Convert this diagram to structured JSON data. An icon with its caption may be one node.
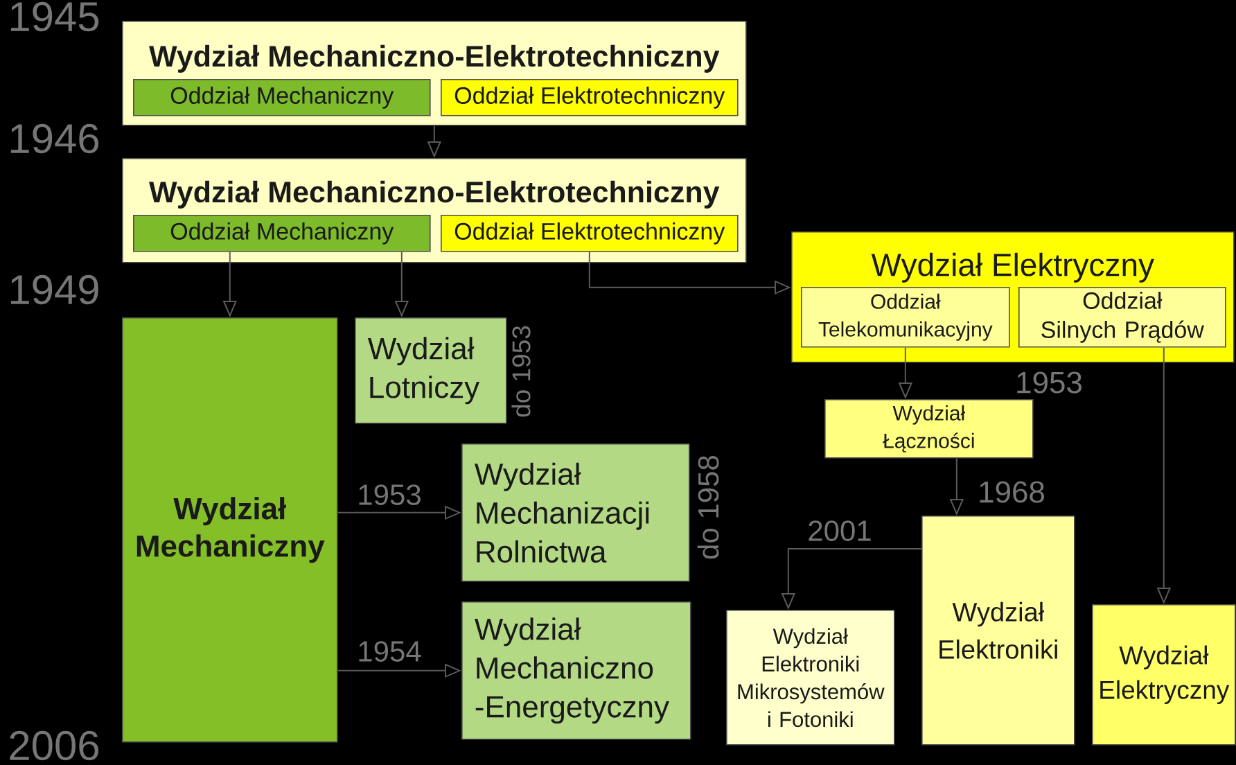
{
  "diagram": {
    "nodes": [
      {
        "text": [
          "Wydział Mechaniczno-Elektrotechniczny"
        ]
      },
      {
        "text": [
          "Oddział Mechaniczny"
        ],
        "in": 0
      },
      {
        "text": [
          "Oddział Elektrotechniczny"
        ],
        "in": 0
      },
      {
        "text": [
          "Wydział Mechaniczno-Elektrotechniczny"
        ]
      },
      {
        "text": [
          "Oddział Mechaniczny"
        ],
        "in": 3
      },
      {
        "text": [
          "Oddział Elektrotechniczny"
        ],
        "in": 3
      },
      {
        "text": [
          "Wydział Elektryczny"
        ]
      },
      {
        "text": [
          "Oddział Telekomunikacyjny"
        ],
        "in": 6
      },
      {
        "text": [
          "Oddział Silnych Prądów"
        ],
        "in": 6
      },
      {
        "text": [
          "Wydział Mechaniczny"
        ]
      },
      {
        "text": [
          "Wydział Lotniczy"
        ],
        "beside": [
          "do 1953"
        ]
      },
      {
        "text": [
          "Wydział Mechanizacji Rolnictwa"
        ],
        "beside": [
          "do 1958"
        ]
      },
      {
        "text": [
          "Wydział Mechaniczno -Energetyczny"
        ]
      },
      {
        "text": [
          "Wydział Łączności"
        ]
      },
      {
        "text": [
          "Wydział Elektroniki"
        ]
      },
      {
        "text": [
          "Wydział Elektroniki Mikrosystemów i Fotoniki"
        ]
      },
      {
        "text": [
          "Wydział Elektryczny"
        ]
      }
    ],
    "edges": [
      {
        "from": 0,
        "to": 3,
        "arrow": "to"
      },
      {
        "from": 4,
        "to": 9,
        "arrow": "to"
      },
      {
        "from": 4,
        "to": 10,
        "arrow": "to"
      },
      {
        "from": 5,
        "to": 6,
        "arrow": "to"
      },
      {
        "from": 7,
        "to": 13,
        "arrow": "to",
        "label": "1953"
      },
      {
        "from": 9,
        "to": 11,
        "arrow": "to",
        "label": "1953"
      },
      {
        "from": 9,
        "to": 12,
        "arrow": "to",
        "label": "1954"
      },
      {
        "from": 13,
        "to": 14,
        "arrow": "to",
        "label": "1968"
      },
      {
        "from": 14,
        "to": 15,
        "arrow": "to",
        "label": "2001"
      },
      {
        "from": 8,
        "to": 16,
        "arrow": "to"
      }
    ],
    "labels": [
      "1945",
      "1946",
      "1949",
      "2006"
    ]
  }
}
